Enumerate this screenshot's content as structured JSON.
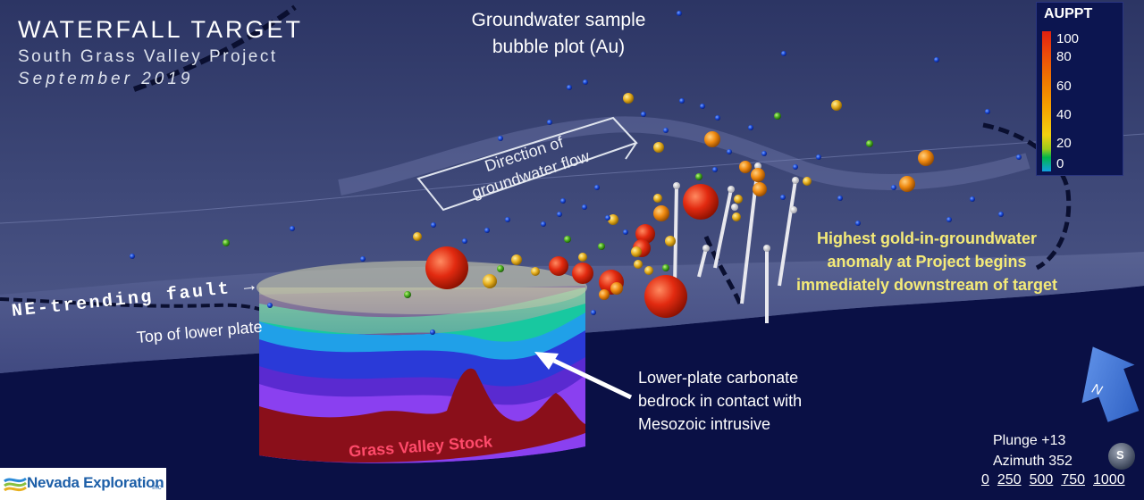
{
  "title": {
    "main": "WATERFALL TARGET",
    "project": "South Grass Valley Project",
    "date": "September 2019"
  },
  "plot_title": {
    "line1": "Groundwater sample",
    "line2": "bubble plot (Au)"
  },
  "annotations": {
    "flow_line1": "Direction of",
    "flow_line2": "groundwater flow",
    "fault": "NE-trending fault →",
    "top_lower_plate": "Top of lower plate",
    "anomaly_line1": "Highest gold-in-groundwater",
    "anomaly_line2": "anomaly at Project begins",
    "anomaly_line3": "immediately downstream of target",
    "carbonate_line1": "Lower-plate carbonate",
    "carbonate_line2": "bedrock in contact with",
    "carbonate_line3": "Mesozoic intrusive",
    "stock": "Grass Valley Stock"
  },
  "legend": {
    "title": "AUPPT",
    "ticks": [
      "100",
      "80",
      "60",
      "40",
      "20",
      "0"
    ]
  },
  "view": {
    "plunge": "Plunge +13",
    "azimuth": "Azimuth 352",
    "scale": [
      "0",
      "250",
      "500",
      "750",
      "1000"
    ]
  },
  "compass": {
    "north_label": "N",
    "globe_label": "S"
  },
  "logo": {
    "name": "Nevada Exploration",
    "suffix": "Inc"
  },
  "colors": {
    "background_deep": "#0a1045",
    "surface": "#4a5490",
    "anomaly_text": "#f4ea78",
    "stock_label": "#ff4a6a",
    "high_gold": "#e22010",
    "mid_gold": "#f5a000",
    "low_gold": "#1a4ad8"
  }
}
